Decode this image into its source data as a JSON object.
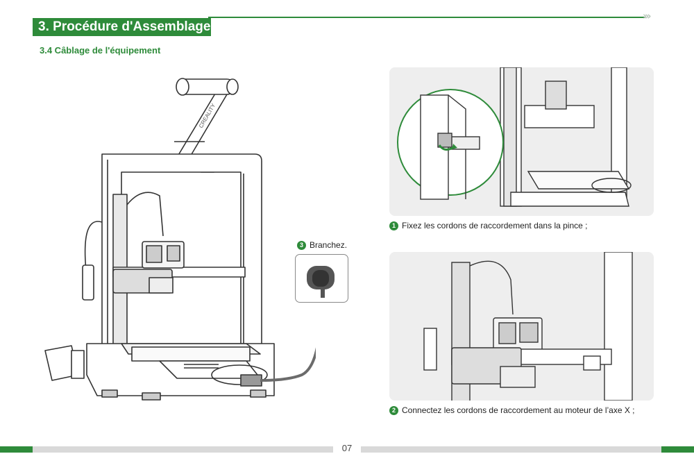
{
  "header": {
    "section_title": "3. Procédure d'Assemblage",
    "subsection_title": "3.4 Câblage de l'équipement",
    "nav_chevrons": "›››"
  },
  "steps": [
    {
      "number": "1",
      "text": "Fixez les cordons de raccordement dans la pince ;"
    },
    {
      "number": "2",
      "text": "Connectez les cordons de raccordement au moteur de l’axe X ;"
    },
    {
      "number": "3",
      "text": "Branchez."
    }
  ],
  "printer_logo_text": "CREALITY",
  "footer": {
    "page_number": "07"
  },
  "colors": {
    "accent": "#2e8b3a",
    "panel": "#eeeeee",
    "footer_bar": "#d9d9d9"
  }
}
